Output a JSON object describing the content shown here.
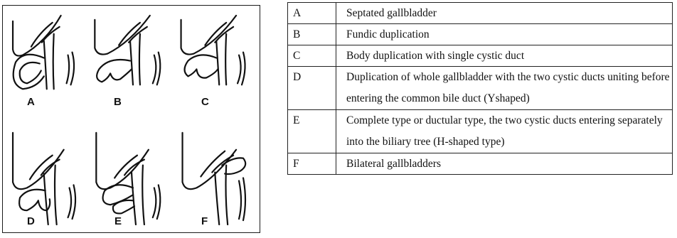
{
  "figure": {
    "panels": [
      {
        "letter": "A",
        "shape": "septated-gallbladder-drawing"
      },
      {
        "letter": "B",
        "shape": "fundic-duplication-drawing"
      },
      {
        "letter": "C",
        "shape": "body-duplication-drawing"
      },
      {
        "letter": "D",
        "shape": "y-shaped-duplication-drawing"
      },
      {
        "letter": "E",
        "shape": "h-shaped-duplication-drawing"
      },
      {
        "letter": "F",
        "shape": "bilateral-gallbladders-drawing"
      }
    ]
  },
  "legend": {
    "rows": [
      {
        "key": "A",
        "text": "Septated gallbladder"
      },
      {
        "key": "B",
        "text": "Fundic duplication"
      },
      {
        "key": "C",
        "text": "Body duplication with single cystic duct"
      },
      {
        "key": "D",
        "text": "Duplication of whole gallbladder with the two cystic ducts uniting before entering the common bile duct (Yshaped)"
      },
      {
        "key": "E",
        "text": "Complete type or ductular type, the two cystic ducts entering separately into the biliary tree (H-shaped type)"
      },
      {
        "key": "F",
        "text": "Bilateral gallbladders"
      }
    ]
  }
}
